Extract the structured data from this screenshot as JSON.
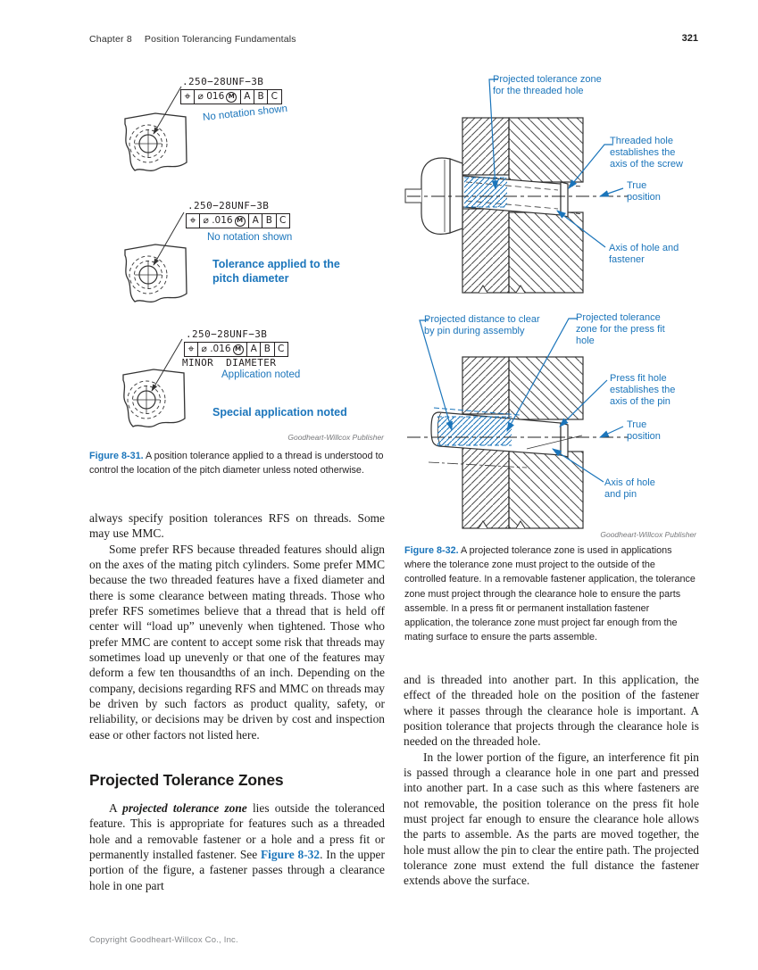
{
  "header": {
    "chapter_label": "Chapter 8",
    "chapter_title": "Position Tolerancing Fundamentals",
    "page_number": "321"
  },
  "fig31": {
    "drawings": [
      {
        "thread_note": ".250−28UNF−3B",
        "fcf": {
          "position_symbol": "⌖",
          "tolerance": "⌀ 016",
          "modifier": "M",
          "datums": [
            "A",
            "B",
            "C"
          ]
        },
        "note": "No notation shown"
      },
      {
        "thread_note": ".250−28UNF−3B",
        "fcf": {
          "position_symbol": "⌖",
          "tolerance": "⌀ .016",
          "modifier": "M",
          "datums": [
            "A",
            "B",
            "C"
          ]
        },
        "note": "No notation shown",
        "callout": "Tolerance applied to the\npitch diameter"
      },
      {
        "thread_note": ".250−28UNF−3B",
        "fcf": {
          "position_symbol": "⌖",
          "tolerance": "⌀ .016",
          "modifier": "M",
          "datums": [
            "A",
            "B",
            "C"
          ]
        },
        "sub_note": "MINOR  DIAMETER",
        "note": "Application noted",
        "callout": "Special application noted"
      }
    ],
    "credit": "Goodheart-Willcox Publisher",
    "caption_label": "Figure 8-31.",
    "caption_text": "A position tolerance applied to a thread is understood to control the location of the pitch diameter unless noted otherwise."
  },
  "fig32": {
    "upper_labels": {
      "projected_zone": "Projected tolerance zone\nfor the threaded hole",
      "threaded_hole": "Threaded hole\nestablishes the\naxis of the screw",
      "true_position": "True\nposition",
      "axis": "Axis of hole and\nfastener"
    },
    "lower_labels": {
      "projected_distance": "Projected distance to clear\nby pin during assembly",
      "projected_zone": "Projected tolerance\nzone for the press fit\nhole",
      "press_fit": "Press fit hole\nestablishes the\naxis of the pin",
      "true_position": "True\nposition",
      "axis": "Axis of hole\nand pin"
    },
    "credit": "Goodheart-Willcox Publisher",
    "caption_label": "Figure 8-32.",
    "caption_text": "A projected tolerance zone is used in applications where the tolerance zone must project to the outside of the controlled feature. In a removable fastener application, the tolerance zone must project through the clearance hole to ensure the parts assemble. In a press fit or permanent installation fastener application, the tolerance zone must project far enough from the mating surface to ensure the parts assemble."
  },
  "left_column": {
    "p1": "always specify position tolerances RFS on threads. Some may use MMC.",
    "p2": "Some prefer RFS because threaded features should align on the axes of the mating pitch cylinders. Some prefer MMC because the two threaded features have a fixed diameter and there is some clearance between mating threads. Those who prefer RFS sometimes believe that a thread that is held off center will “load up” unevenly when tightened. Those who prefer MMC are content to accept some risk that threads may sometimes load up unevenly or that one of the features may deform a few ten thousandths of an inch. Depending on the company, decisions regarding RFS and MMC on threads may be driven by such factors as product quality, safety, or reliability, or decisions may be driven by cost and inspection ease or other factors not listed here.",
    "heading": "Projected Tolerance Zones",
    "p3_seg1": "A ",
    "p3_seg2": "projected tolerance zone",
    "p3_seg3": " lies outside the toleranced feature. This is appropriate for features such as a threaded hole and a removable fastener or a hole and a press fit or permanently installed fastener. See ",
    "p3_seg4": "Figure 8-32",
    "p3_seg5": ". In the upper portion of the figure, a fastener passes through a clearance hole in one part"
  },
  "right_column": {
    "p1": "and is threaded into another part. In this application, the effect of the threaded hole on the position of the fastener where it passes through the clearance hole is important. A position tolerance that projects through the clearance hole is needed on the threaded hole.",
    "p2": "In the lower portion of the figure, an interference fit pin is passed through a clearance hole in one part and pressed into another part. In a case such as this where fasteners are not removable, the position tolerance on the press fit hole must project far enough to ensure the clearance hole allows the parts to assemble. As the parts are moved together, the hole must allow the pin to clear the entire path. The projected tolerance zone must extend the full distance the fastener extends above the surface."
  },
  "footer": {
    "copyright": "Copyright Goodheart-Willcox Co., Inc."
  },
  "colors": {
    "accent_blue": "#1b75bb",
    "text": "#231f20",
    "credit_gray": "#77787b"
  }
}
